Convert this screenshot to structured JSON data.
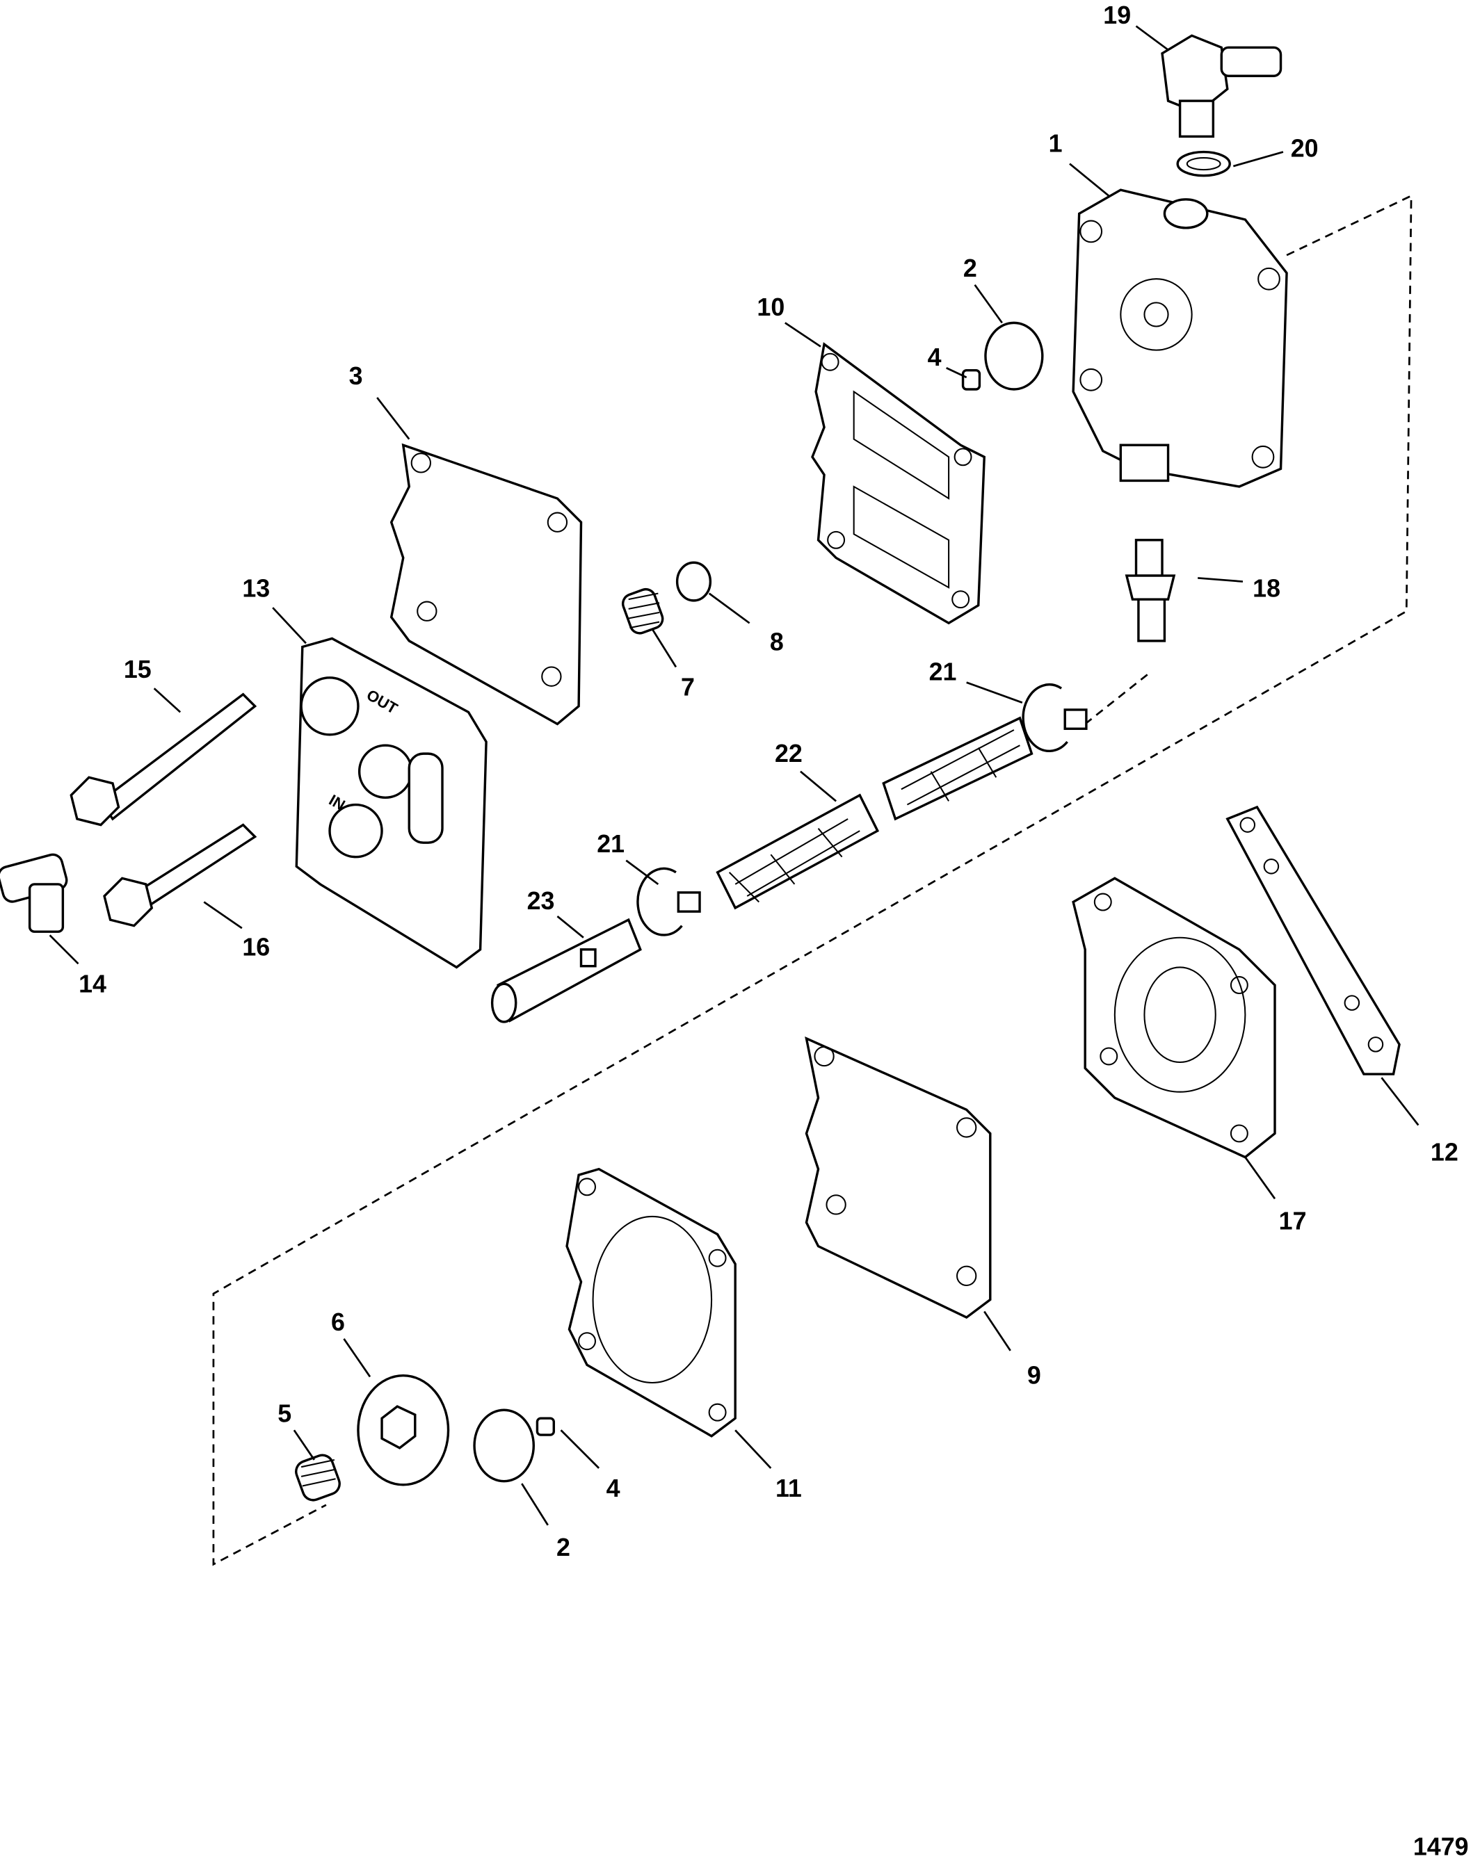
{
  "figure_number": "1479",
  "callouts": [
    {
      "id": "19",
      "text": "19"
    },
    {
      "id": "20",
      "text": "20"
    },
    {
      "id": "1",
      "text": "1"
    },
    {
      "id": "2a",
      "text": "2"
    },
    {
      "id": "4a",
      "text": "4"
    },
    {
      "id": "10",
      "text": "10"
    },
    {
      "id": "3",
      "text": "3"
    },
    {
      "id": "13",
      "text": "13"
    },
    {
      "id": "15",
      "text": "15"
    },
    {
      "id": "8",
      "text": "8"
    },
    {
      "id": "7",
      "text": "7"
    },
    {
      "id": "18",
      "text": "18"
    },
    {
      "id": "21a",
      "text": "21"
    },
    {
      "id": "22",
      "text": "22"
    },
    {
      "id": "21b",
      "text": "21"
    },
    {
      "id": "23",
      "text": "23"
    },
    {
      "id": "16",
      "text": "16"
    },
    {
      "id": "14",
      "text": "14"
    },
    {
      "id": "12",
      "text": "12"
    },
    {
      "id": "17",
      "text": "17"
    },
    {
      "id": "9",
      "text": "9"
    },
    {
      "id": "6",
      "text": "6"
    },
    {
      "id": "5",
      "text": "5"
    },
    {
      "id": "4b",
      "text": "4"
    },
    {
      "id": "11",
      "text": "11"
    },
    {
      "id": "2b",
      "text": "2"
    }
  ],
  "cover_markings": {
    "out": "OUT",
    "in": "IN"
  }
}
